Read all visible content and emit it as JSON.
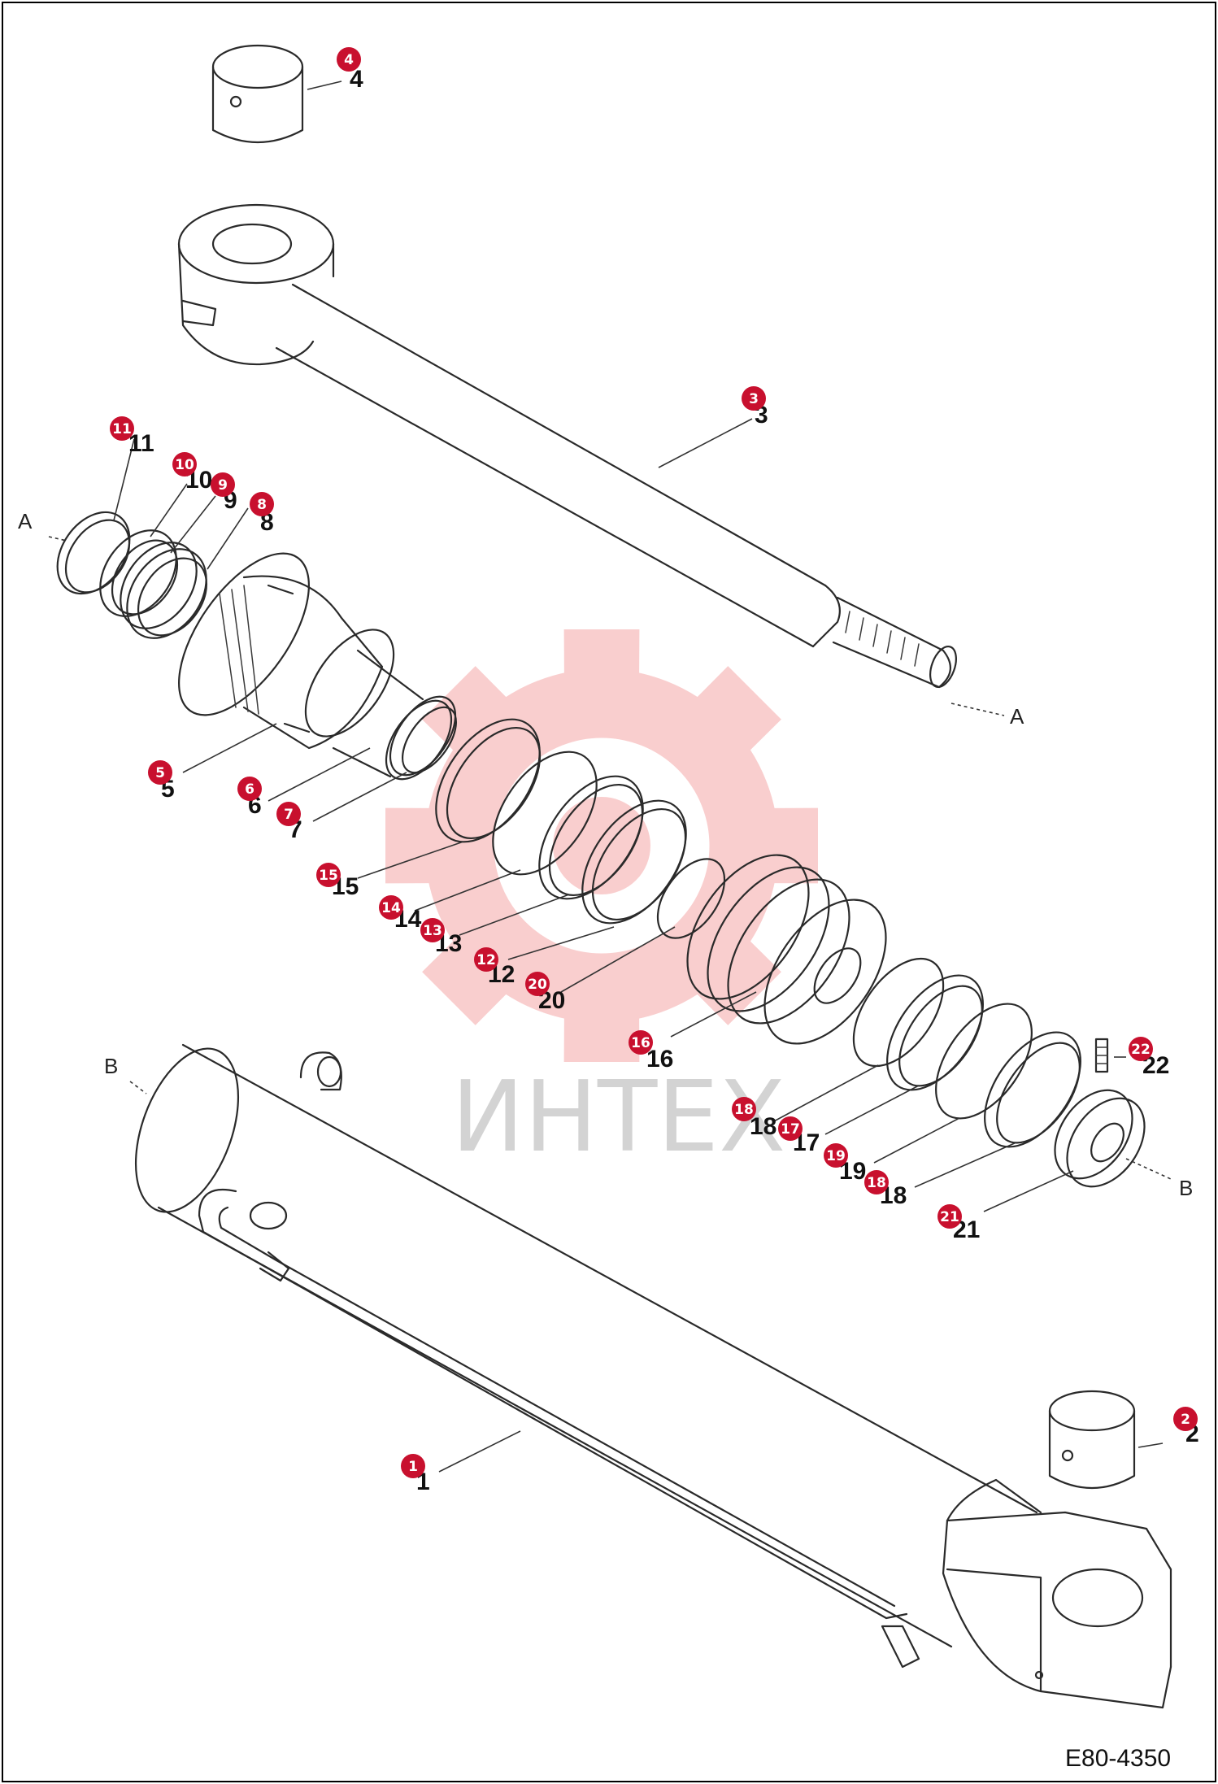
{
  "watermark": {
    "text": "ИНТЕХ",
    "gear_color": "#f29494"
  },
  "drawing_code": "E80-4350",
  "marker_color": "#c8102e",
  "reference_labels": {
    "a_top": "A",
    "a_bottom": "A",
    "b_left": "B",
    "b_right": "B"
  },
  "parts": [
    {
      "id": "1",
      "label": "1"
    },
    {
      "id": "2",
      "label": "2"
    },
    {
      "id": "3",
      "label": "3"
    },
    {
      "id": "4",
      "label": "4"
    },
    {
      "id": "5",
      "label": "5"
    },
    {
      "id": "6",
      "label": "6"
    },
    {
      "id": "7",
      "label": "7"
    },
    {
      "id": "8",
      "label": "8"
    },
    {
      "id": "9",
      "label": "9"
    },
    {
      "id": "10",
      "label": "10"
    },
    {
      "id": "11",
      "label": "11"
    },
    {
      "id": "12",
      "label": "12"
    },
    {
      "id": "13",
      "label": "13"
    },
    {
      "id": "14",
      "label": "14"
    },
    {
      "id": "15",
      "label": "15"
    },
    {
      "id": "16",
      "label": "16"
    },
    {
      "id": "17",
      "label": "17"
    },
    {
      "id": "18a",
      "label": "18"
    },
    {
      "id": "18b",
      "label": "18"
    },
    {
      "id": "19",
      "label": "19"
    },
    {
      "id": "20",
      "label": "20"
    },
    {
      "id": "21",
      "label": "21"
    },
    {
      "id": "22",
      "label": "22"
    }
  ]
}
